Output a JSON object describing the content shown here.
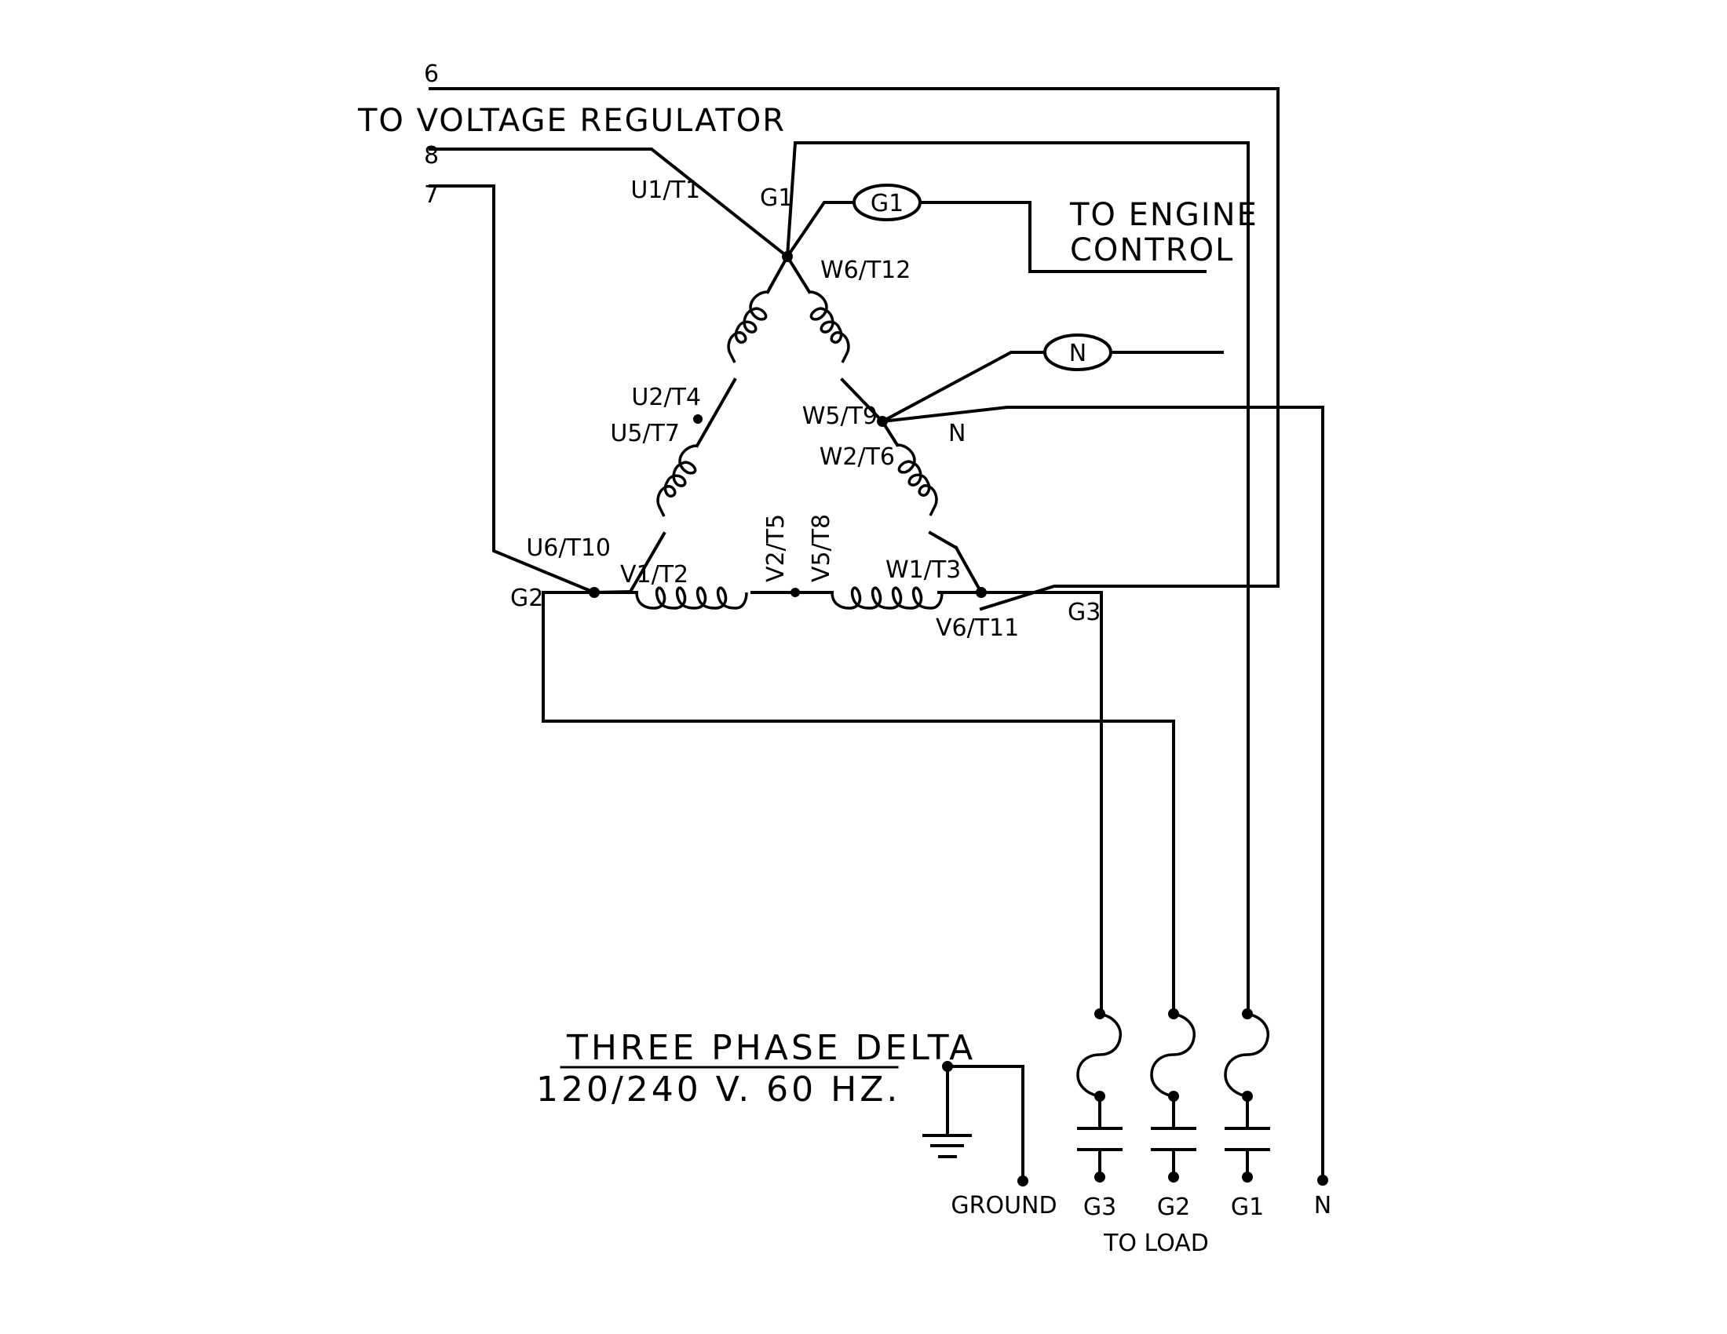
{
  "diagram": {
    "title": "THREE PHASE DELTA",
    "rating": "120/240 V. 60 HZ.",
    "voltage_regulator_label": "TO VOLTAGE REGULATOR",
    "engine_control_line1": "TO ENGINE",
    "engine_control_line2": "CONTROL",
    "to_load_label": "TO LOAD",
    "ground_label": "GROUND",
    "regulator_leads": [
      "6",
      "8",
      "7"
    ],
    "meters": [
      {
        "id": "G1",
        "label": "G1"
      },
      {
        "id": "N",
        "label": "N"
      }
    ],
    "node_labels": {
      "g1": "G1",
      "g2": "G2",
      "g3": "G3",
      "n": "N",
      "u1t1": "U1/T1",
      "w6t12": "W6/T12",
      "u2t4": "U2/T4",
      "u5t7": "U5/T7",
      "u6t10": "U6/T10",
      "v1t2": "V1/T2",
      "v2t5": "V2/T5",
      "v5t8": "V5/T8",
      "w1t3": "W1/T3",
      "v6t11": "V6/T11",
      "w5t9": "W5/T9",
      "w2t6": "W2/T6"
    },
    "load_terminals": [
      "G3",
      "G2",
      "G1",
      "N"
    ]
  }
}
